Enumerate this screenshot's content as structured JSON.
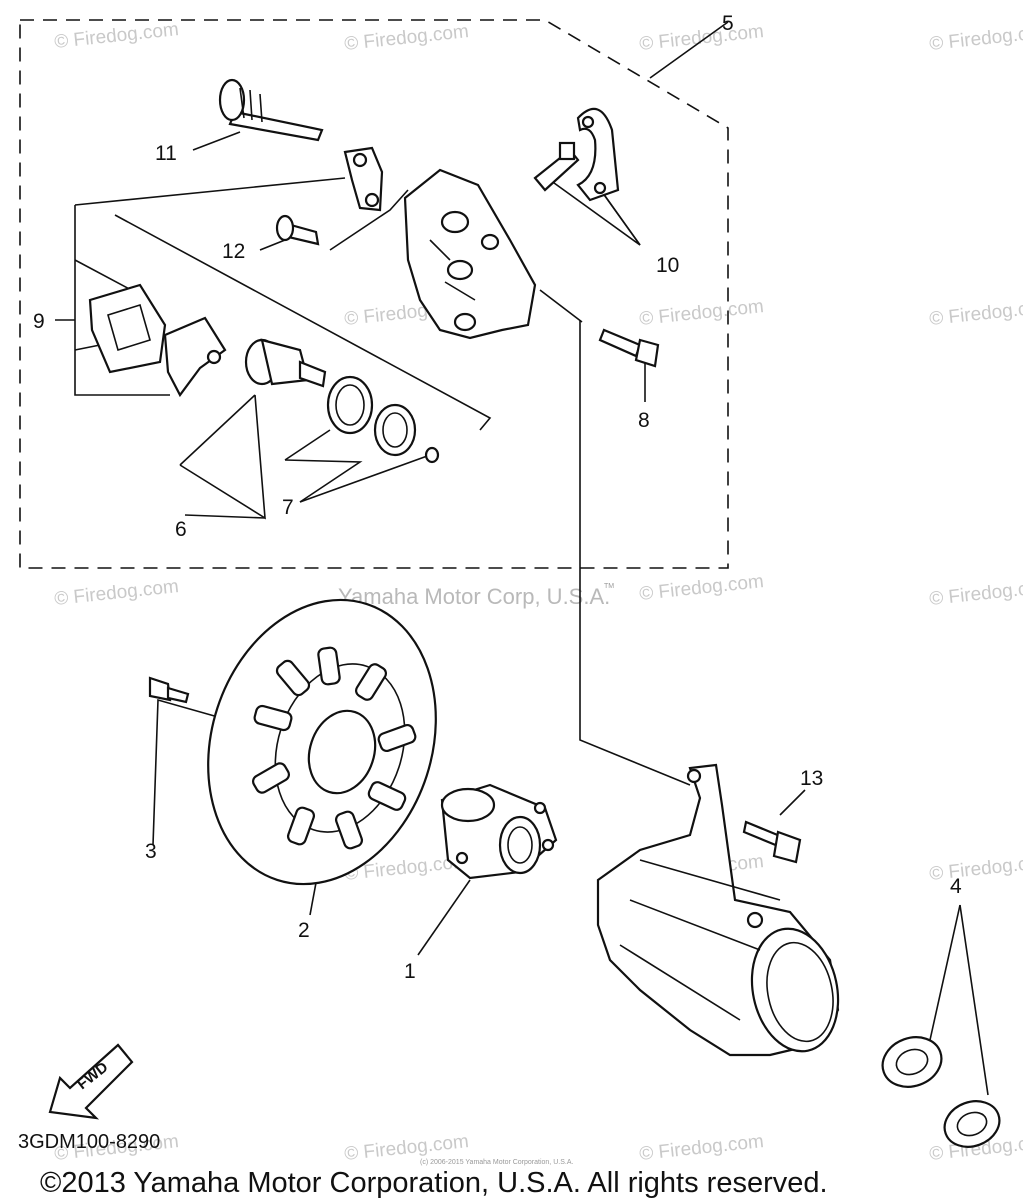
{
  "callouts": {
    "c1": "1",
    "c2": "2",
    "c3": "3",
    "c4": "4",
    "c5": "5",
    "c6": "6",
    "c7": "7",
    "c8": "8",
    "c9": "9",
    "c10": "10",
    "c11": "11",
    "c12": "12",
    "c13": "13"
  },
  "watermark": "© Firedog.com",
  "center_watermark": "Yamaha Motor Corp, U.S.A.",
  "tm_mark": "TM",
  "fwd_label": "FWD",
  "diagram_code": "3GDM100-8290",
  "small_notice": "(c) 2006-2015 Yamaha Motor Corporation, U.S.A.",
  "copyright": "©2013 Yamaha Motor Corporation, U.S.A. All rights reserved."
}
